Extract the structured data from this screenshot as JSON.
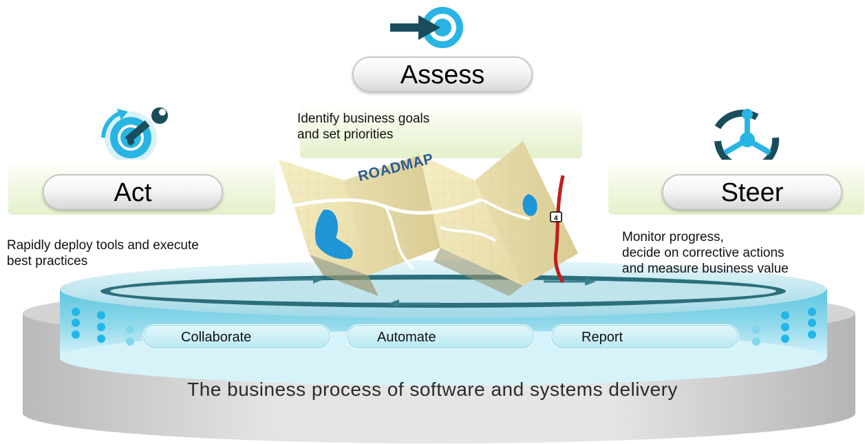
{
  "stages": {
    "assess": {
      "label": "Assess",
      "icon": "target-arrow-icon",
      "description": [
        "Identify business goals",
        "and set priorities"
      ]
    },
    "act": {
      "label": "Act",
      "icon": "wrench-gear-icon",
      "description": [
        "Rapidly deploy tools and execute",
        "best practices"
      ]
    },
    "steer": {
      "label": "Steer",
      "icon": "steering-cycle-icon",
      "description": [
        "Monitor progress,",
        "decide on corrective actions",
        "and measure business value"
      ]
    }
  },
  "roadmap": {
    "title": "ROADMAP",
    "route_marker": "4"
  },
  "platform": {
    "capabilities": [
      "Collaborate",
      "Automate",
      "Report"
    ]
  },
  "base": {
    "label": "The business process of software and systems delivery"
  },
  "colors": {
    "teal": "#1a4d5c",
    "cyan": "#29b5e3",
    "platform_top": "#bfe7f2",
    "green_band": "#e4f1cc",
    "base_gray": "#d0d0d0"
  }
}
